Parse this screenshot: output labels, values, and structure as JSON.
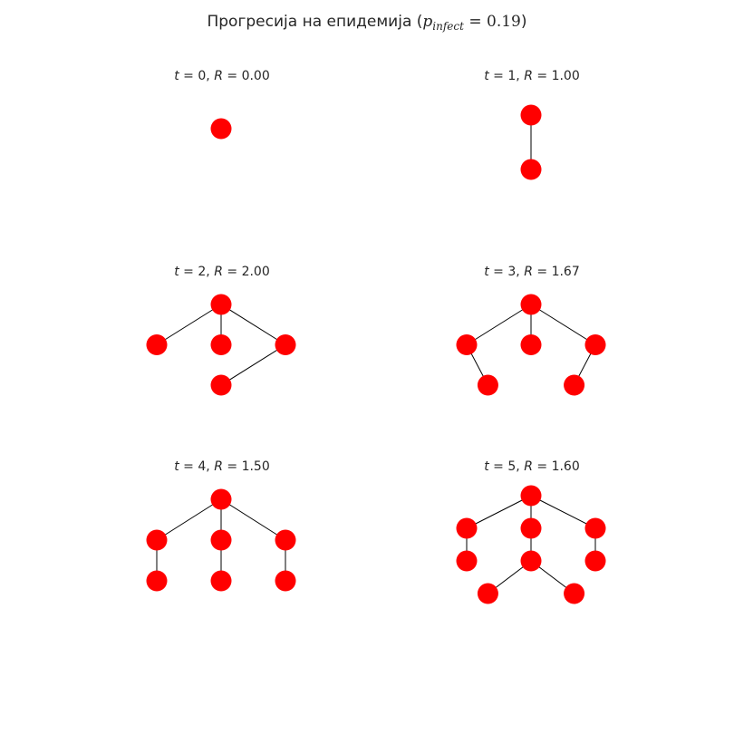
{
  "figure": {
    "suptitle": {
      "prefix": "Прогресија на епидемија (",
      "var": "p",
      "sub": "infect",
      "eq": " = 0.19",
      "suffix": ")"
    },
    "node_color": "#ff0000",
    "edge_color": "#000000"
  },
  "panels": [
    {
      "t": "0",
      "R": "0.00",
      "nodes": [
        [
          0,
          0
        ]
      ],
      "edges": []
    },
    {
      "t": "1",
      "R": "1.00",
      "nodes": [
        [
          0,
          0
        ],
        [
          0,
          1
        ]
      ],
      "edges": [
        [
          0,
          1
        ]
      ]
    },
    {
      "t": "2",
      "R": "2.00",
      "nodes": [
        [
          0,
          0
        ],
        [
          -1,
          1
        ],
        [
          0,
          1
        ],
        [
          1,
          1
        ],
        [
          0,
          2
        ]
      ],
      "edges": [
        [
          0,
          1
        ],
        [
          0,
          2
        ],
        [
          0,
          3
        ],
        [
          3,
          4
        ]
      ]
    },
    {
      "t": "3",
      "R": "1.67",
      "nodes": [
        [
          0,
          0
        ],
        [
          -1,
          1
        ],
        [
          0,
          1
        ],
        [
          1,
          1
        ],
        [
          -0.67,
          2
        ],
        [
          0.67,
          2
        ]
      ],
      "edges": [
        [
          0,
          1
        ],
        [
          0,
          2
        ],
        [
          0,
          3
        ],
        [
          1,
          4
        ],
        [
          3,
          5
        ]
      ]
    },
    {
      "t": "4",
      "R": "1.50",
      "nodes": [
        [
          0,
          0
        ],
        [
          -1,
          1
        ],
        [
          0,
          1
        ],
        [
          1,
          1
        ],
        [
          -1,
          2
        ],
        [
          0,
          2
        ],
        [
          1,
          2
        ]
      ],
      "edges": [
        [
          0,
          1
        ],
        [
          0,
          2
        ],
        [
          0,
          3
        ],
        [
          1,
          4
        ],
        [
          2,
          5
        ],
        [
          3,
          6
        ]
      ]
    },
    {
      "t": "5",
      "R": "1.60",
      "nodes": [
        [
          0,
          0
        ],
        [
          -1,
          1
        ],
        [
          0,
          1
        ],
        [
          1,
          1
        ],
        [
          -1,
          2
        ],
        [
          0,
          2
        ],
        [
          1,
          2
        ],
        [
          -0.67,
          3
        ],
        [
          0.67,
          3
        ]
      ],
      "edges": [
        [
          0,
          1
        ],
        [
          0,
          2
        ],
        [
          0,
          3
        ],
        [
          1,
          4
        ],
        [
          2,
          5
        ],
        [
          3,
          6
        ],
        [
          5,
          7
        ],
        [
          5,
          8
        ]
      ]
    }
  ]
}
